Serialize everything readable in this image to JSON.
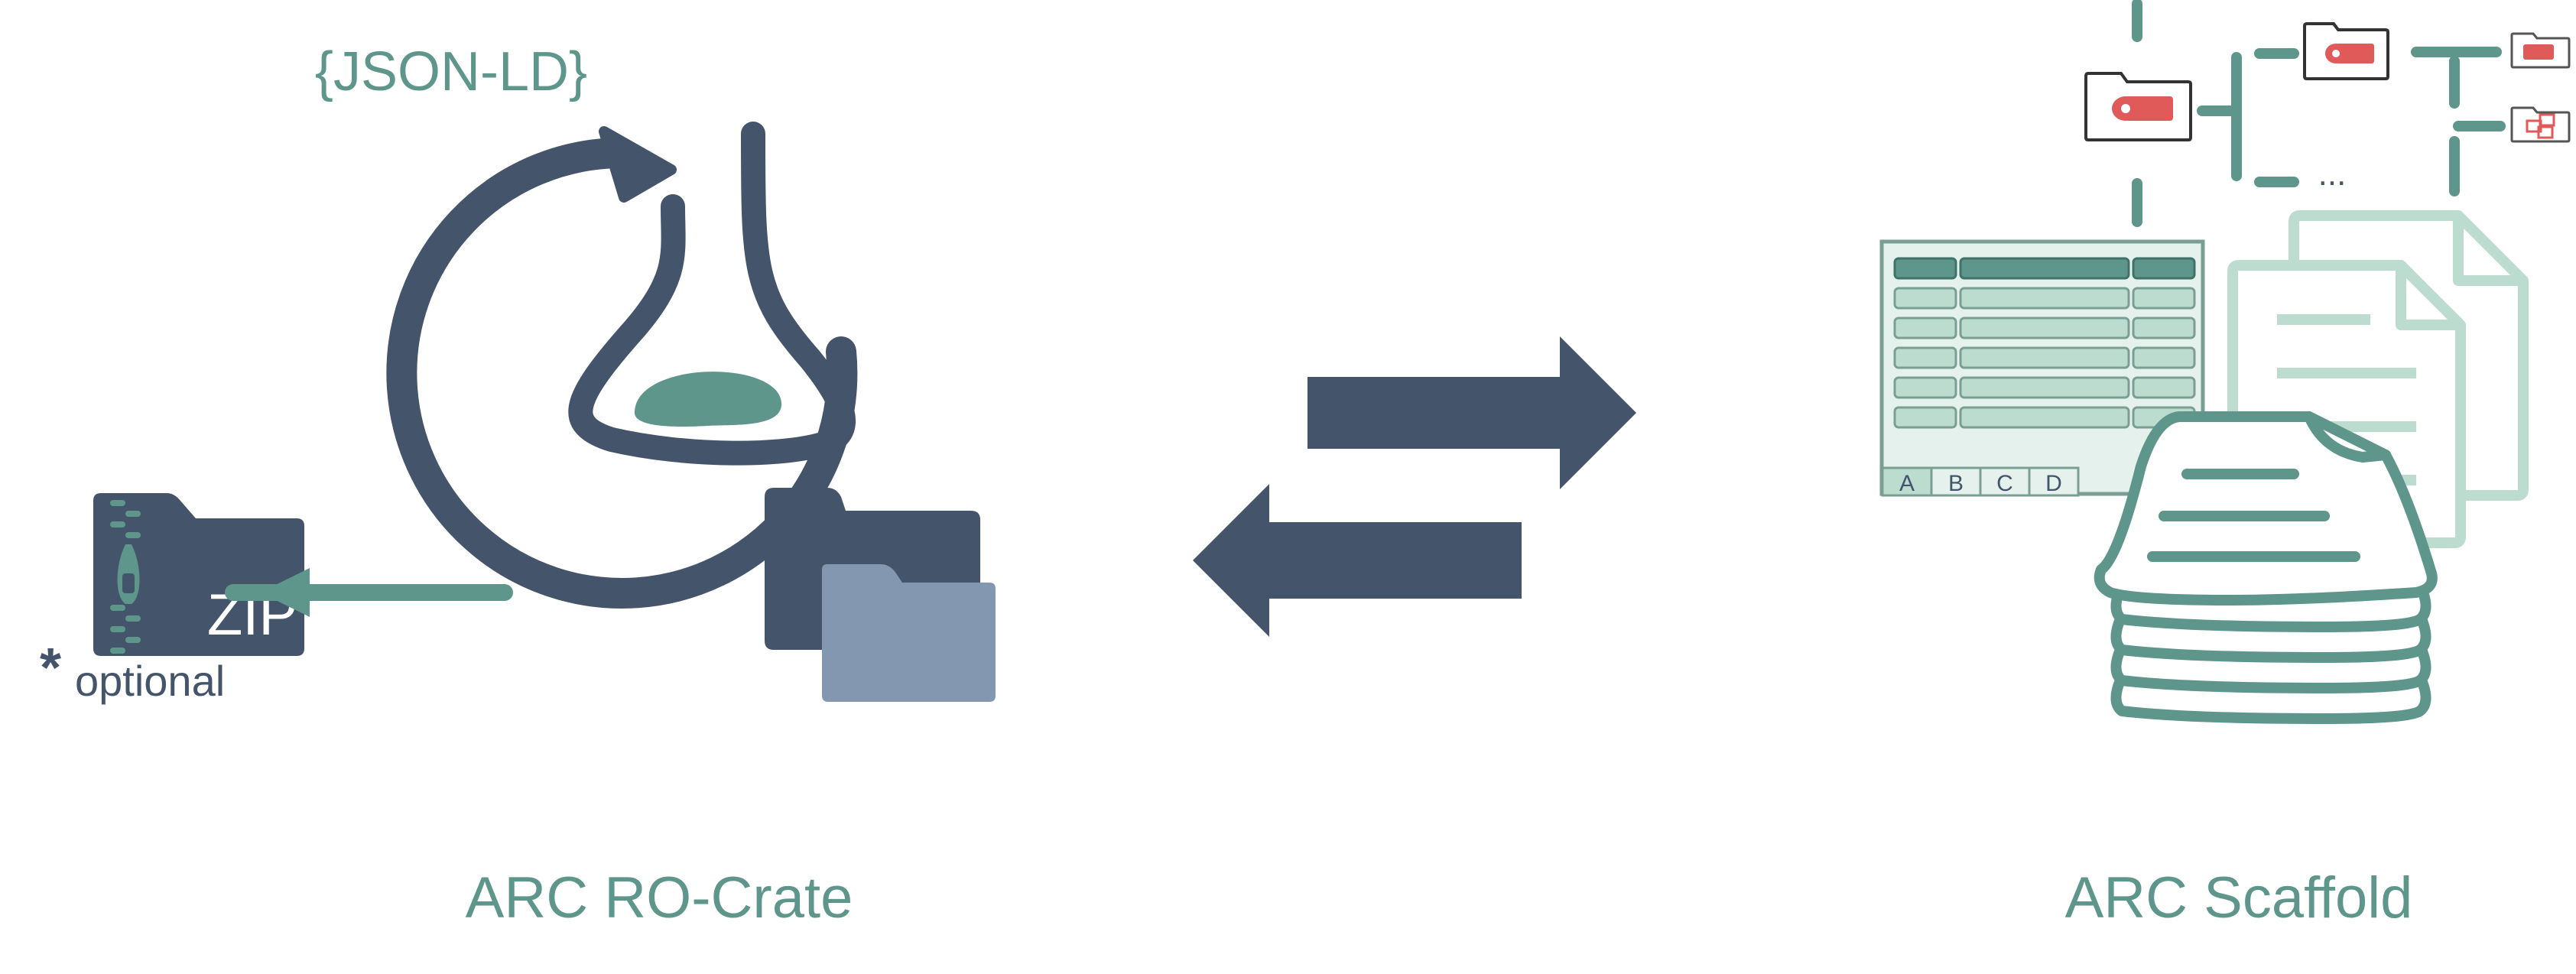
{
  "labels": {
    "json_ld": "{JSON-LD}",
    "zip": "ZIP",
    "optional_marker": "*",
    "optional": "optional",
    "ellipsis": "...",
    "ro_crate": "ARC RO-Crate",
    "scaffold": "ARC Scaffold"
  },
  "sheet_tabs": [
    "A",
    "B",
    "C",
    "D"
  ],
  "colors": {
    "navy": "#44546a",
    "teal": "#5e968b",
    "teal_light": "#bcdccf",
    "teal_pale": "#e4f1ec",
    "folder_light": "#8497b0",
    "red": "#e05a5a"
  },
  "icons": {
    "crate_logo": "ro-crate-flask-cycle-icon",
    "zip_folder": "zip-folder-icon",
    "folder": "folder-icon",
    "spreadsheet": "spreadsheet-icon",
    "documents": "document-stack-icon",
    "tree": "file-tree-icon"
  }
}
